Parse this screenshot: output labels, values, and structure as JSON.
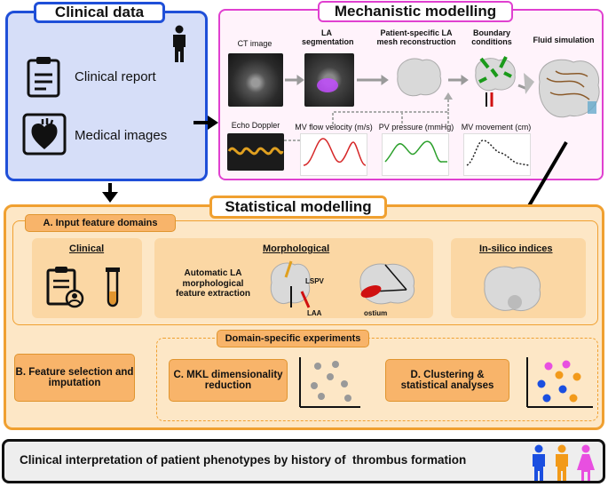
{
  "clinical_data": {
    "title": "Clinical data",
    "items": [
      {
        "label": "Clinical report",
        "icon": "clipboard-icon"
      },
      {
        "label": "Medical images",
        "icon": "heart-icon"
      }
    ]
  },
  "mechanistic": {
    "title": "Mechanistic modelling",
    "steps": [
      {
        "label": "CT image"
      },
      {
        "label": "LA segmentation"
      },
      {
        "label": "Patient-specific LA mesh reconstruction"
      },
      {
        "label": "Boundary conditions"
      },
      {
        "label": "Fluid simulation"
      }
    ],
    "echo_label": "Echo Doppler",
    "curves": [
      {
        "label": "MV flow velocity (m/s)",
        "color": "#d62728"
      },
      {
        "label": "PV pressure (mmHg)",
        "color": "#2ca02c"
      },
      {
        "label": "MV movement (cm)",
        "color": "#222222"
      }
    ]
  },
  "statistical": {
    "title": "Statistical modelling",
    "input_domains": {
      "title": "A. Input feature domains",
      "clinical": "Clinical",
      "morphological": "Morphological",
      "morph_text": "Automatic LA morphological feature extraction",
      "lspv": "LSPV",
      "laa": "LAA",
      "ostium": "ostium",
      "insilico": "In-silico indices"
    },
    "feature_selection": "B. Feature selection and imputation",
    "domain_specific": "Domain-specific experiments",
    "mkl": "C. MKL dimensionality reduction",
    "clustering": "D. Clustering & statistical analyses"
  },
  "conclusion": "Clinical interpretation of patient phenotypes by history of  thrombus formation",
  "colors": {
    "clinical_border": "#1f4fd8",
    "clinical_fill": "#d6def8",
    "mech_border": "#e040d0",
    "stat_border": "#f0a030",
    "stat_fill": "#fde7c6",
    "person_blue": "#1b4fe0",
    "person_orange": "#f29a1a",
    "person_pink": "#e84fe0"
  }
}
